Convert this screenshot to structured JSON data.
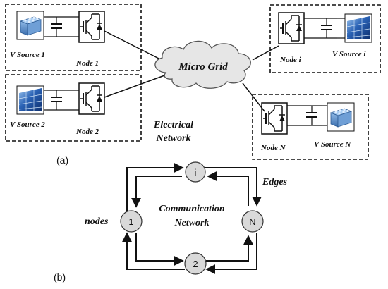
{
  "electrical": {
    "cloud_label": "Micro Grid",
    "network_line1": "Electrical",
    "network_line2": "Network",
    "sources": [
      {
        "node_label": "Node 1",
        "source_label": "V Source 1",
        "source_type": "battery-icon"
      },
      {
        "node_label": "Node 2",
        "source_label": "V Source 2",
        "source_type": "solar-panel-icon"
      },
      {
        "node_label": "Node i",
        "source_label": "V Source i",
        "source_type": "solar-panel-icon"
      },
      {
        "node_label": "Node N",
        "source_label": "V Source N",
        "source_type": "battery-icon"
      }
    ],
    "part_label": "(a)"
  },
  "communication": {
    "nodes": [
      "i",
      "1",
      "N",
      "2"
    ],
    "nodes_label": "nodes",
    "edges_label": "Edges",
    "network_line1": "Communication",
    "network_line2": "Network",
    "part_label": "(b)"
  },
  "colors": {
    "cloud_fill": "#e6e6e6",
    "node_circle_fill": "#d9d9d9",
    "battery_blue": "#4f86c6",
    "solar_blue": "#1f4fa0"
  }
}
